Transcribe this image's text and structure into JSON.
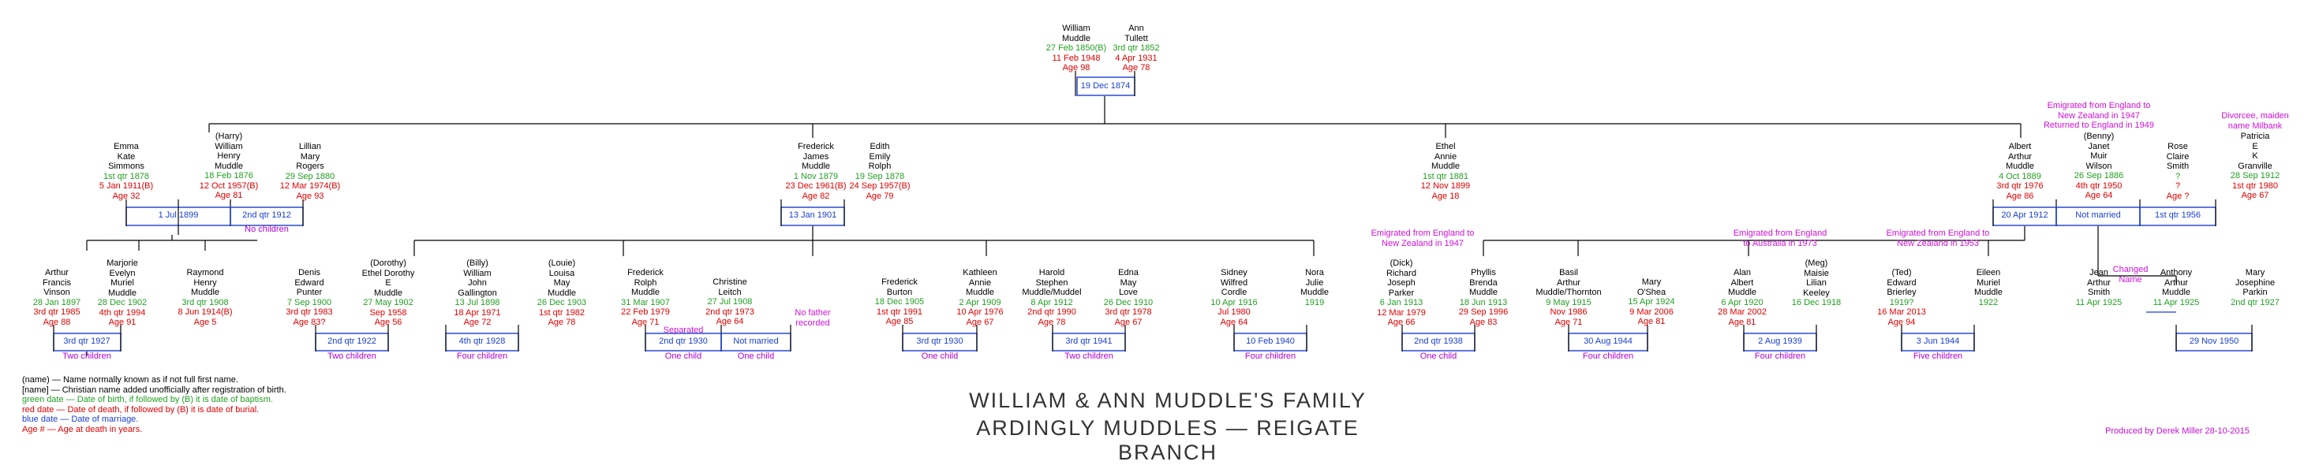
{
  "gen1": [
    {
      "id": "william",
      "name": [
        "William",
        "Muddle"
      ],
      "birth": "27 Feb 1850(B)",
      "death": "11 Feb 1948",
      "age": "Age 98"
    },
    {
      "id": "ann",
      "name": [
        "Ann",
        "Tullett"
      ],
      "birth": "3rd qtr 1852",
      "death": "4 Apr 1931",
      "age": "Age 78"
    }
  ],
  "gen1_marriage": "19 Dec 1874",
  "gen2": [
    {
      "id": "emma",
      "name": [
        "Emma",
        "Kate",
        "Simmons"
      ],
      "birth": "1st qtr 1878",
      "death": "5 Jan 1911(B)",
      "age": "Age 32"
    },
    {
      "id": "william_h",
      "name": [
        "(Harry)",
        "William",
        "Henry",
        "Muddle"
      ],
      "birth": "18 Feb 1876",
      "death": "12 Oct 1957(B)",
      "age": "Age 81"
    },
    {
      "id": "lillian",
      "name": [
        "Lillian",
        "Mary",
        "Rogers"
      ],
      "birth": "29 Sep 1880",
      "death": "12 Mar 1974(B)",
      "age": "Age 93"
    },
    {
      "id": "frederick_j",
      "name": [
        "Frederick",
        "James",
        "Muddle"
      ],
      "birth": "1 Nov 1879",
      "death": "23 Dec 1961(B)",
      "age": "Age 82"
    },
    {
      "id": "edith",
      "name": [
        "Edith",
        "Emily",
        "Rolph"
      ],
      "birth": "19 Sep 1878",
      "death": "24 Sep 1957(B)",
      "age": "Age 79"
    },
    {
      "id": "ethel",
      "name": [
        "Ethel",
        "Annie",
        "Muddle"
      ],
      "birth": "1st qtr 1881",
      "death": "12 Nov 1899",
      "age": "Age 18"
    },
    {
      "id": "albert",
      "name": [
        "Albert",
        "Arthur",
        "Muddle"
      ],
      "birth": "4 Oct 1889",
      "death": "3rd qtr 1976",
      "age": "Age 86"
    },
    {
      "id": "janet",
      "name": [
        "(Benny)",
        "Janet",
        "Muir",
        "Wilson"
      ],
      "birth": "26 Sep 1886",
      "death": "4th qtr 1950",
      "age": "Age 64"
    },
    {
      "id": "rose",
      "name": [
        "Rose",
        "Claire",
        "Smith"
      ],
      "birth": "?",
      "death": "?",
      "age": "Age ?"
    },
    {
      "id": "patricia",
      "name": [
        "Patricia",
        "E",
        "K",
        "Granville"
      ],
      "birth": "28 Sep 1912",
      "death": "1st qtr 1980",
      "age": "Age 67"
    }
  ],
  "gen2_marriages": [
    "1 Jul 1899",
    "2nd qtr 1912",
    "13 Jan 1901",
    "20 Apr 1912",
    "Not married",
    "1st qtr 1956"
  ],
  "gen2_children_notes": [
    "No children"
  ],
  "gen2_notes": {
    "janet": "Emigrated from England to\nNew Zealand in 1947\nReturned to England in 1949",
    "patricia": "Divorcee, maiden\nname Milbank"
  },
  "gen3": [
    {
      "id": "arthur_fv",
      "name": [
        "Arthur",
        "Francis",
        "Vinson"
      ],
      "birth": "28 Jan 1897",
      "death": "3rd qtr 1985",
      "age": "Age 88"
    },
    {
      "id": "marjorie",
      "name": [
        "Marjorie",
        "Evelyn",
        "Muriel",
        "Muddle"
      ],
      "birth": "28 Dec 1902",
      "death": "4th qtr 1994",
      "age": "Age 91"
    },
    {
      "id": "raymond",
      "name": [
        "Raymond",
        "Henry",
        "Muddle"
      ],
      "birth": "3rd qtr 1908",
      "death": "8 Jun 1914(B)",
      "age": "Age 5"
    },
    {
      "id": "denis",
      "name": [
        "Denis",
        "Edward",
        "Punter"
      ],
      "birth": "7 Sep 1900",
      "death": "3rd qtr 1983",
      "age": "Age 83?"
    },
    {
      "id": "ethel_d",
      "name": [
        "(Dorothy)",
        "Ethel Dorothy",
        "E",
        "Muddle"
      ],
      "birth": "27 May 1902",
      "death": "Sep 1958",
      "age": "Age 56"
    },
    {
      "id": "william_jg",
      "name": [
        "(Billy)",
        "William",
        "John",
        "Gallington"
      ],
      "birth": "13 Jul 1898",
      "death": "18 Apr 1971",
      "age": "Age 72"
    },
    {
      "id": "louisa",
      "name": [
        "(Louie)",
        "Louisa",
        "May",
        "Muddle"
      ],
      "birth": "26 Dec 1903",
      "death": "1st qtr 1982",
      "age": "Age 78"
    },
    {
      "id": "frederick_r",
      "name": [
        "Frederick",
        "Rolph",
        "Muddle"
      ],
      "birth": "31 Mar 1907",
      "death": "22 Feb 1979",
      "age": "Age 71"
    },
    {
      "id": "christine",
      "name": [
        "Christine",
        "Leitch"
      ],
      "birth": "27 Jul 1908",
      "death": "2nd qtr 1973",
      "age": "Age 64"
    },
    {
      "id": "frederick_b",
      "name": [
        "Frederick",
        "Burton"
      ],
      "birth": "18 Dec 1905",
      "death": "1st qtr 1991",
      "age": "Age 85"
    },
    {
      "id": "kathleen",
      "name": [
        "Kathleen",
        "Annie",
        "Muddle"
      ],
      "birth": "2 Apr 1909",
      "death": "10 Apr 1976",
      "age": "Age 67"
    },
    {
      "id": "harold",
      "name": [
        "Harold",
        "Stephen",
        "Muddle/Muddel"
      ],
      "birth": "8 Apr 1912",
      "death": "2nd qtr 1990",
      "age": "Age 78"
    },
    {
      "id": "edna",
      "name": [
        "Edna",
        "May",
        "Love"
      ],
      "birth": "26 Dec 1910",
      "death": "3rd qtr 1978",
      "age": "Age 67"
    },
    {
      "id": "sidney",
      "name": [
        "Sidney",
        "Wilfred",
        "Cordle"
      ],
      "birth": "10 Apr 1916",
      "death": "Jul 1980",
      "age": "Age 64"
    },
    {
      "id": "nora",
      "name": [
        "Nora",
        "Julie",
        "Muddle"
      ],
      "birth": "1919",
      "death": "",
      "age": ""
    },
    {
      "id": "richard",
      "name": [
        "(Dick)",
        "Richard",
        "Joseph",
        "Parker"
      ],
      "birth": "6 Jan 1913",
      "death": "12 Mar 1979",
      "age": "Age 66"
    },
    {
      "id": "phyllis",
      "name": [
        "Phyllis",
        "Brenda",
        "Muddle"
      ],
      "birth": "18 Jun 1913",
      "death": "29 Sep 1996",
      "age": "Age 83"
    },
    {
      "id": "basil",
      "name": [
        "Basil",
        "Arthur",
        "Muddle/Thornton"
      ],
      "birth": "9 May 1915",
      "death": "Nov 1986",
      "age": "Age 71"
    },
    {
      "id": "mary_o",
      "name": [
        "Mary",
        "O'Shea"
      ],
      "birth": "15 Apr 1924",
      "death": "9 Mar 2006",
      "age": "Age 81"
    },
    {
      "id": "alan",
      "name": [
        "Alan",
        "Albert",
        "Muddle"
      ],
      "birth": "6 Apr 1920",
      "death": "28 Mar 2002",
      "age": "Age 81"
    },
    {
      "id": "maisie",
      "name": [
        "(Meg)",
        "Maisie",
        "Lilian",
        "Keeley"
      ],
      "birth": "16 Dec 1918",
      "death": "",
      "age": ""
    },
    {
      "id": "edward",
      "name": [
        "(Ted)",
        "Edward",
        "Brierley"
      ],
      "birth": "1919?",
      "death": "16 Mar 2013",
      "age": "Age 94"
    },
    {
      "id": "eileen",
      "name": [
        "Eileen",
        "Muriel",
        "Muddle"
      ],
      "birth": "1922",
      "death": "",
      "age": ""
    },
    {
      "id": "jean",
      "name": [
        "Jean",
        "Arthur",
        "Smith"
      ],
      "birth": "11 Apr 1925",
      "death": "",
      "age": ""
    },
    {
      "id": "anthony",
      "name": [
        "Anthony",
        "Arthur",
        "Muddle"
      ],
      "birth": "11 Apr 1925",
      "death": "",
      "age": ""
    },
    {
      "id": "mary_jp",
      "name": [
        "Mary",
        "Josephine",
        "Parkin"
      ],
      "birth": "2nd qtr 1927",
      "death": "",
      "age": ""
    }
  ],
  "gen3_marriages": [
    "3rd qtr 1927",
    "2nd qtr 1922",
    "4th qtr 1928",
    "2nd qtr 1930",
    "Not married",
    "3rd qtr 1930",
    "3rd qtr 1941",
    "10 Feb 1940",
    "2nd qtr 1938",
    "30 Aug 1944",
    "2 Aug 1939",
    "3 Jun 1944",
    "29 Nov 1950"
  ],
  "gen3_children": [
    "Two children",
    "Two children",
    "Four children",
    "One child",
    "One child",
    "One child",
    "Two children",
    "Four children",
    "One child",
    "Four children",
    "Four children",
    "Five children"
  ],
  "gen3_notes": {
    "separated": "Separated",
    "no_father": "No father\nrecorded",
    "em1947": "Emigrated from England to\nNew Zealand in 1947",
    "em1973": "Emigrated from England\nto Australia in 1973",
    "em1953": "Emigrated from England to\nNew Zealand in 1953",
    "changed": "Changed\nName"
  },
  "legend": [
    {
      "text": "(name) — Name normally known as if not full first name.",
      "cls": "k"
    },
    {
      "text": "[name] — Christian name added unofficially after registration of birth.",
      "cls": "k"
    },
    {
      "text": "green date — Date of birth, if followed by (B) it is date of baptism.",
      "cls": "g"
    },
    {
      "text": "red date — Date of death, if followed by (B) it is date of burial.",
      "cls": "r"
    },
    {
      "text": "blue date — Date of marriage.",
      "cls": "bl"
    },
    {
      "text": "Age # — Age at death in years.",
      "cls": "a"
    }
  ],
  "title_line1": "WILLIAM & ANN MUDDLE'S FAMILY",
  "title_line2": "ARDINGLY MUDDLES — REIGATE BRANCH",
  "credit": "Produced by Derek Miller 28-10-2015",
  "colors": {
    "birth": "#22a022",
    "death": "#e00000",
    "marriage": "#1a3fd0",
    "note": "#d010d8",
    "children": "#b000d8"
  }
}
